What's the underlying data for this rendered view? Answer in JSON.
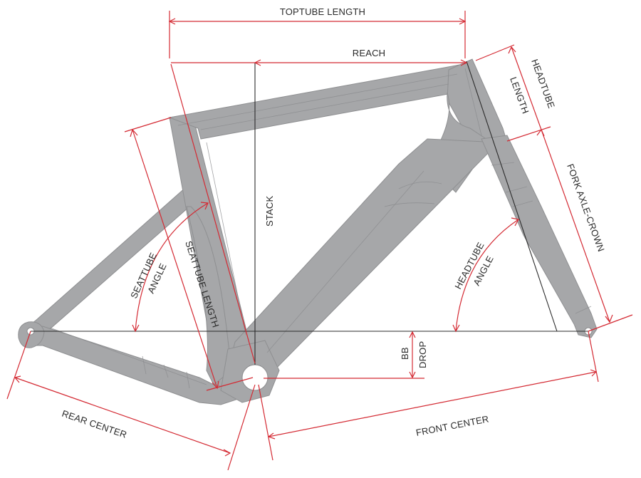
{
  "diagram": {
    "type": "bicycle-frame-geometry",
    "colors": {
      "frame": "#a6a7a9",
      "dimension_lines": "#d42a33",
      "reference_lines": "#2b2b2b",
      "text": "#2a2a2a",
      "background": "#ffffff"
    },
    "labels": {
      "toptube_length": "TOPTUBE LENGTH",
      "reach": "REACH",
      "headtube_length_1": "HEADTUBE",
      "headtube_length_2": "LENGTH",
      "fork_axle_crown": "FORK AXLE-CROWN",
      "stack": "STACK",
      "seattube_angle_1": "SEATTUBE",
      "seattube_angle_2": "ANGLE",
      "seattube_length": "SEATTUBE LENGTH",
      "headtube_angle_1": "HEADTUBE",
      "headtube_angle_2": "ANGLE",
      "bb_drop_1": "BB",
      "bb_drop_2": "DROP",
      "rear_center": "REAR CENTER",
      "front_center": "FRONT CENTER"
    }
  }
}
